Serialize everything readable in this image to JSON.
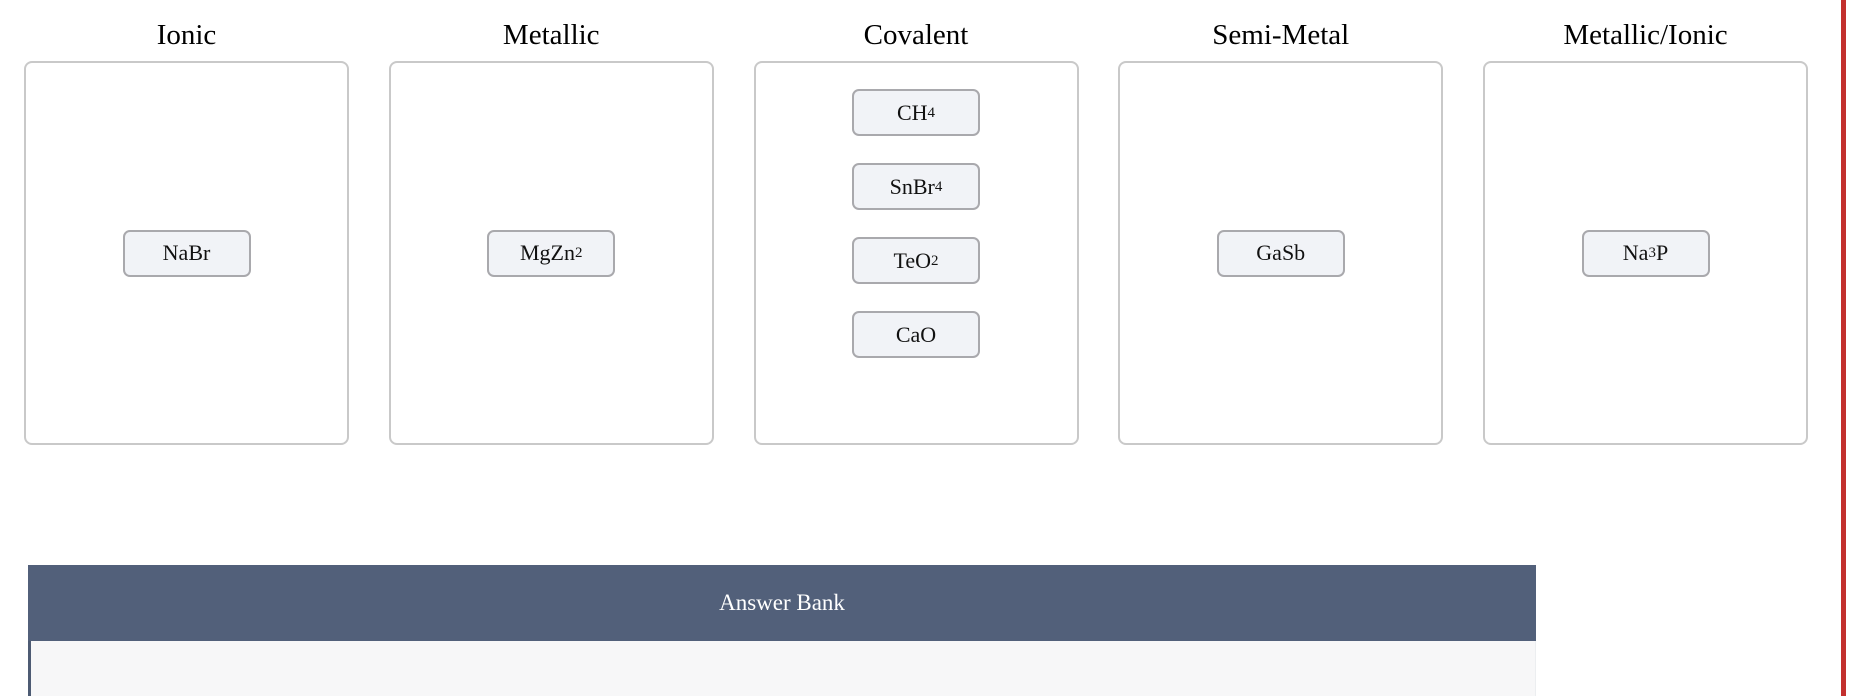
{
  "theme": {
    "tile_fill": "#f1f3f7",
    "tile_border": "#a9a9ad",
    "dropzone_border": "#c9c9c9",
    "answer_bank_header_bg": "#52607a",
    "answer_bank_body_bg": "#f7f7f8",
    "edge_stripe": "#c3302e",
    "page_bg": "#ffffff",
    "text": "#000000"
  },
  "columns": [
    {
      "title": "Ionic",
      "name": "ionic",
      "tiles": [
        {
          "id": "nabr",
          "formula": "NaBr",
          "parts": [
            {
              "text": "NaBr",
              "sub": false
            }
          ]
        }
      ]
    },
    {
      "title": "Metallic",
      "name": "metallic",
      "tiles": [
        {
          "id": "mgzn2",
          "formula": "MgZn2",
          "parts": [
            {
              "text": "MgZn",
              "sub": false
            },
            {
              "text": "2",
              "sub": true
            }
          ]
        }
      ]
    },
    {
      "title": "Covalent",
      "name": "covalent",
      "tiles": [
        {
          "id": "ch4",
          "formula": "CH4",
          "parts": [
            {
              "text": "CH",
              "sub": false
            },
            {
              "text": "4",
              "sub": true
            }
          ]
        },
        {
          "id": "snbr4",
          "formula": "SnBr4",
          "parts": [
            {
              "text": "SnBr",
              "sub": false
            },
            {
              "text": "4",
              "sub": true
            }
          ]
        },
        {
          "id": "teo2",
          "formula": "TeO2",
          "parts": [
            {
              "text": "TeO",
              "sub": false
            },
            {
              "text": "2",
              "sub": true
            }
          ]
        },
        {
          "id": "cao",
          "formula": "CaO",
          "parts": [
            {
              "text": "CaO",
              "sub": false
            }
          ]
        }
      ]
    },
    {
      "title": "Semi-Metal",
      "name": "semi-metal",
      "tiles": [
        {
          "id": "gasb",
          "formula": "GaSb",
          "parts": [
            {
              "text": "GaSb",
              "sub": false
            }
          ]
        }
      ]
    },
    {
      "title": "Metallic/Ionic",
      "name": "metallic-ionic",
      "tiles": [
        {
          "id": "na3p",
          "formula": "Na3P",
          "parts": [
            {
              "text": "Na",
              "sub": false
            },
            {
              "text": "3",
              "sub": true
            },
            {
              "text": "P",
              "sub": false
            }
          ]
        }
      ]
    }
  ],
  "answer_bank": {
    "title": "Answer Bank",
    "items": []
  }
}
